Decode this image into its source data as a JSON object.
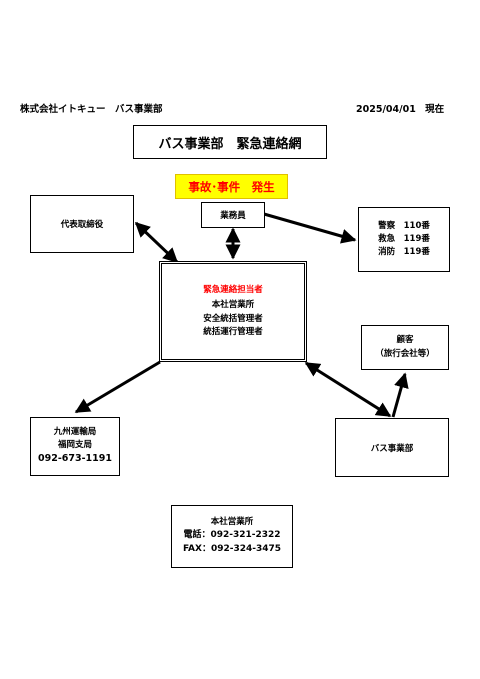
{
  "header": {
    "company": "株式会社イトキュー　バス事業部",
    "date": "2025/04/01",
    "date_suffix": "現在"
  },
  "title": "バス事業部　緊急連絡網",
  "incident_banner": "事故･事件　発生",
  "colors": {
    "banner_bg": "#ffff00",
    "banner_text": "#ff0000",
    "coordinator_title": "#ff0000",
    "stroke": "#000000"
  },
  "nodes": {
    "office_staff": "業務員",
    "representative": "代表取締役",
    "emergency": {
      "police": "警察　110番",
      "ambulance": "救急　119番",
      "fire": "消防　119番"
    },
    "coordinator": {
      "title": "緊急連絡担当者",
      "lines": [
        "本社営業所",
        "安全統括管理者",
        "統括運行管理者"
      ]
    },
    "customer": {
      "name": "顧客",
      "note": "（旅行会社等）"
    },
    "transport_bureau": {
      "line1": "九州運輸局",
      "line2": "福岡支局",
      "phone": "092-673-1191"
    },
    "bus_division": "バス事業部",
    "head_office": {
      "name": "本社営業所",
      "tel": "電話：092-321-2322",
      "fax": "FAX：092-324-3475"
    }
  }
}
